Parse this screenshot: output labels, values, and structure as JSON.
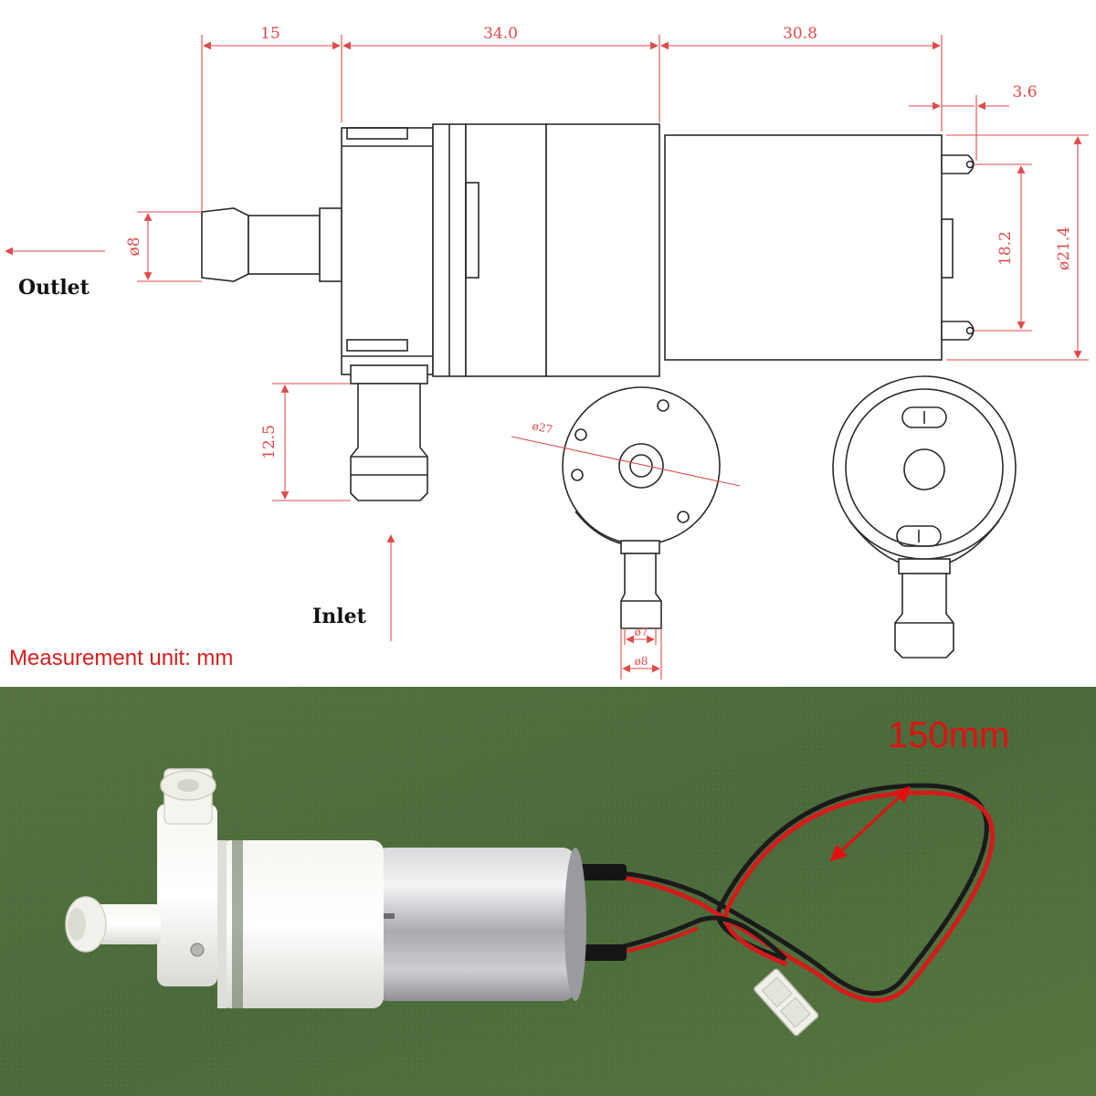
{
  "drawing": {
    "dimensions": {
      "outlet_length": "15",
      "head_length": "34.0",
      "motor_length": "30.8",
      "terminal_offset": "3.6",
      "outlet_diameter": "ø8",
      "terminal_spacing": "18.2",
      "motor_diameter": "ø21.4",
      "inlet_length": "12.5",
      "body_diameter": "ø27",
      "inlet_inner_diameter": "ø7",
      "inlet_outer_diameter": "ø8"
    },
    "labels": {
      "outlet": "Outlet",
      "inlet": "Inlet"
    },
    "unit_note": "Measurement unit: mm",
    "colors": {
      "dimension": "#e04a4a",
      "outline": "#2a2a2a"
    }
  },
  "photo": {
    "cable_length": "150mm",
    "colors": {
      "felt": "#4e6b3f",
      "arrow": "#e01010",
      "wire_red": "#d41b1b",
      "wire_black": "#1a1a1a"
    }
  }
}
